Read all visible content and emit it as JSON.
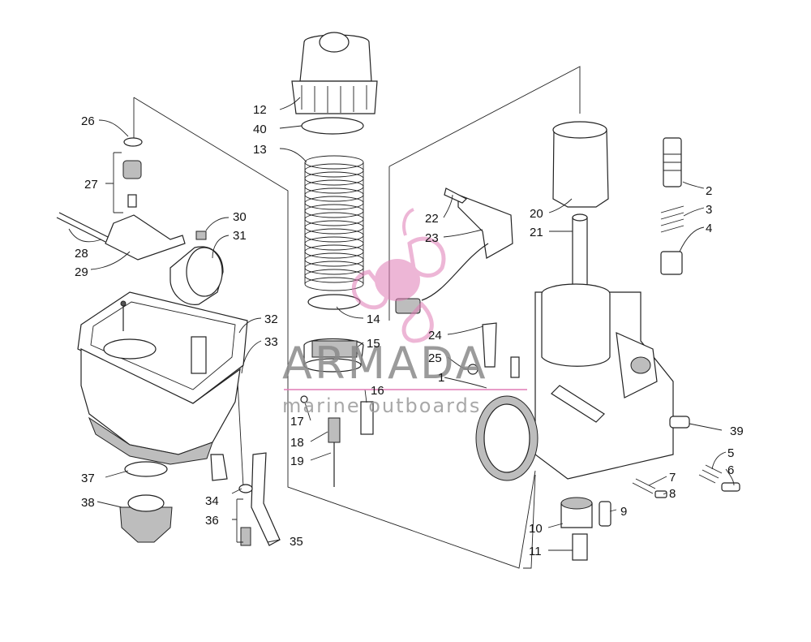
{
  "watermark": {
    "brand": "ARMADA",
    "tagline": "marine outboards",
    "accent_color": "#e07bb5",
    "text_color": "#8a8a8a"
  },
  "callouts": {
    "p1": "1",
    "p2": "2",
    "p3": "3",
    "p4": "4",
    "p5": "5",
    "p6": "6",
    "p7": "7",
    "p8": "8",
    "p9": "9",
    "p10": "10",
    "p11": "11",
    "p12": "12",
    "p13": "13",
    "p14": "14",
    "p15": "15",
    "p16": "16",
    "p17": "17",
    "p18": "18",
    "p19": "19",
    "p20": "20",
    "p21": "21",
    "p22": "22",
    "p23": "23",
    "p24": "24",
    "p25": "25",
    "p26": "26",
    "p27": "27",
    "p28": "28",
    "p29": "29",
    "p30": "30",
    "p31": "31",
    "p32": "32",
    "p33": "33",
    "p34": "34",
    "p35": "35",
    "p36": "36",
    "p37": "37",
    "p38": "38",
    "p39": "39",
    "p40": "40"
  }
}
